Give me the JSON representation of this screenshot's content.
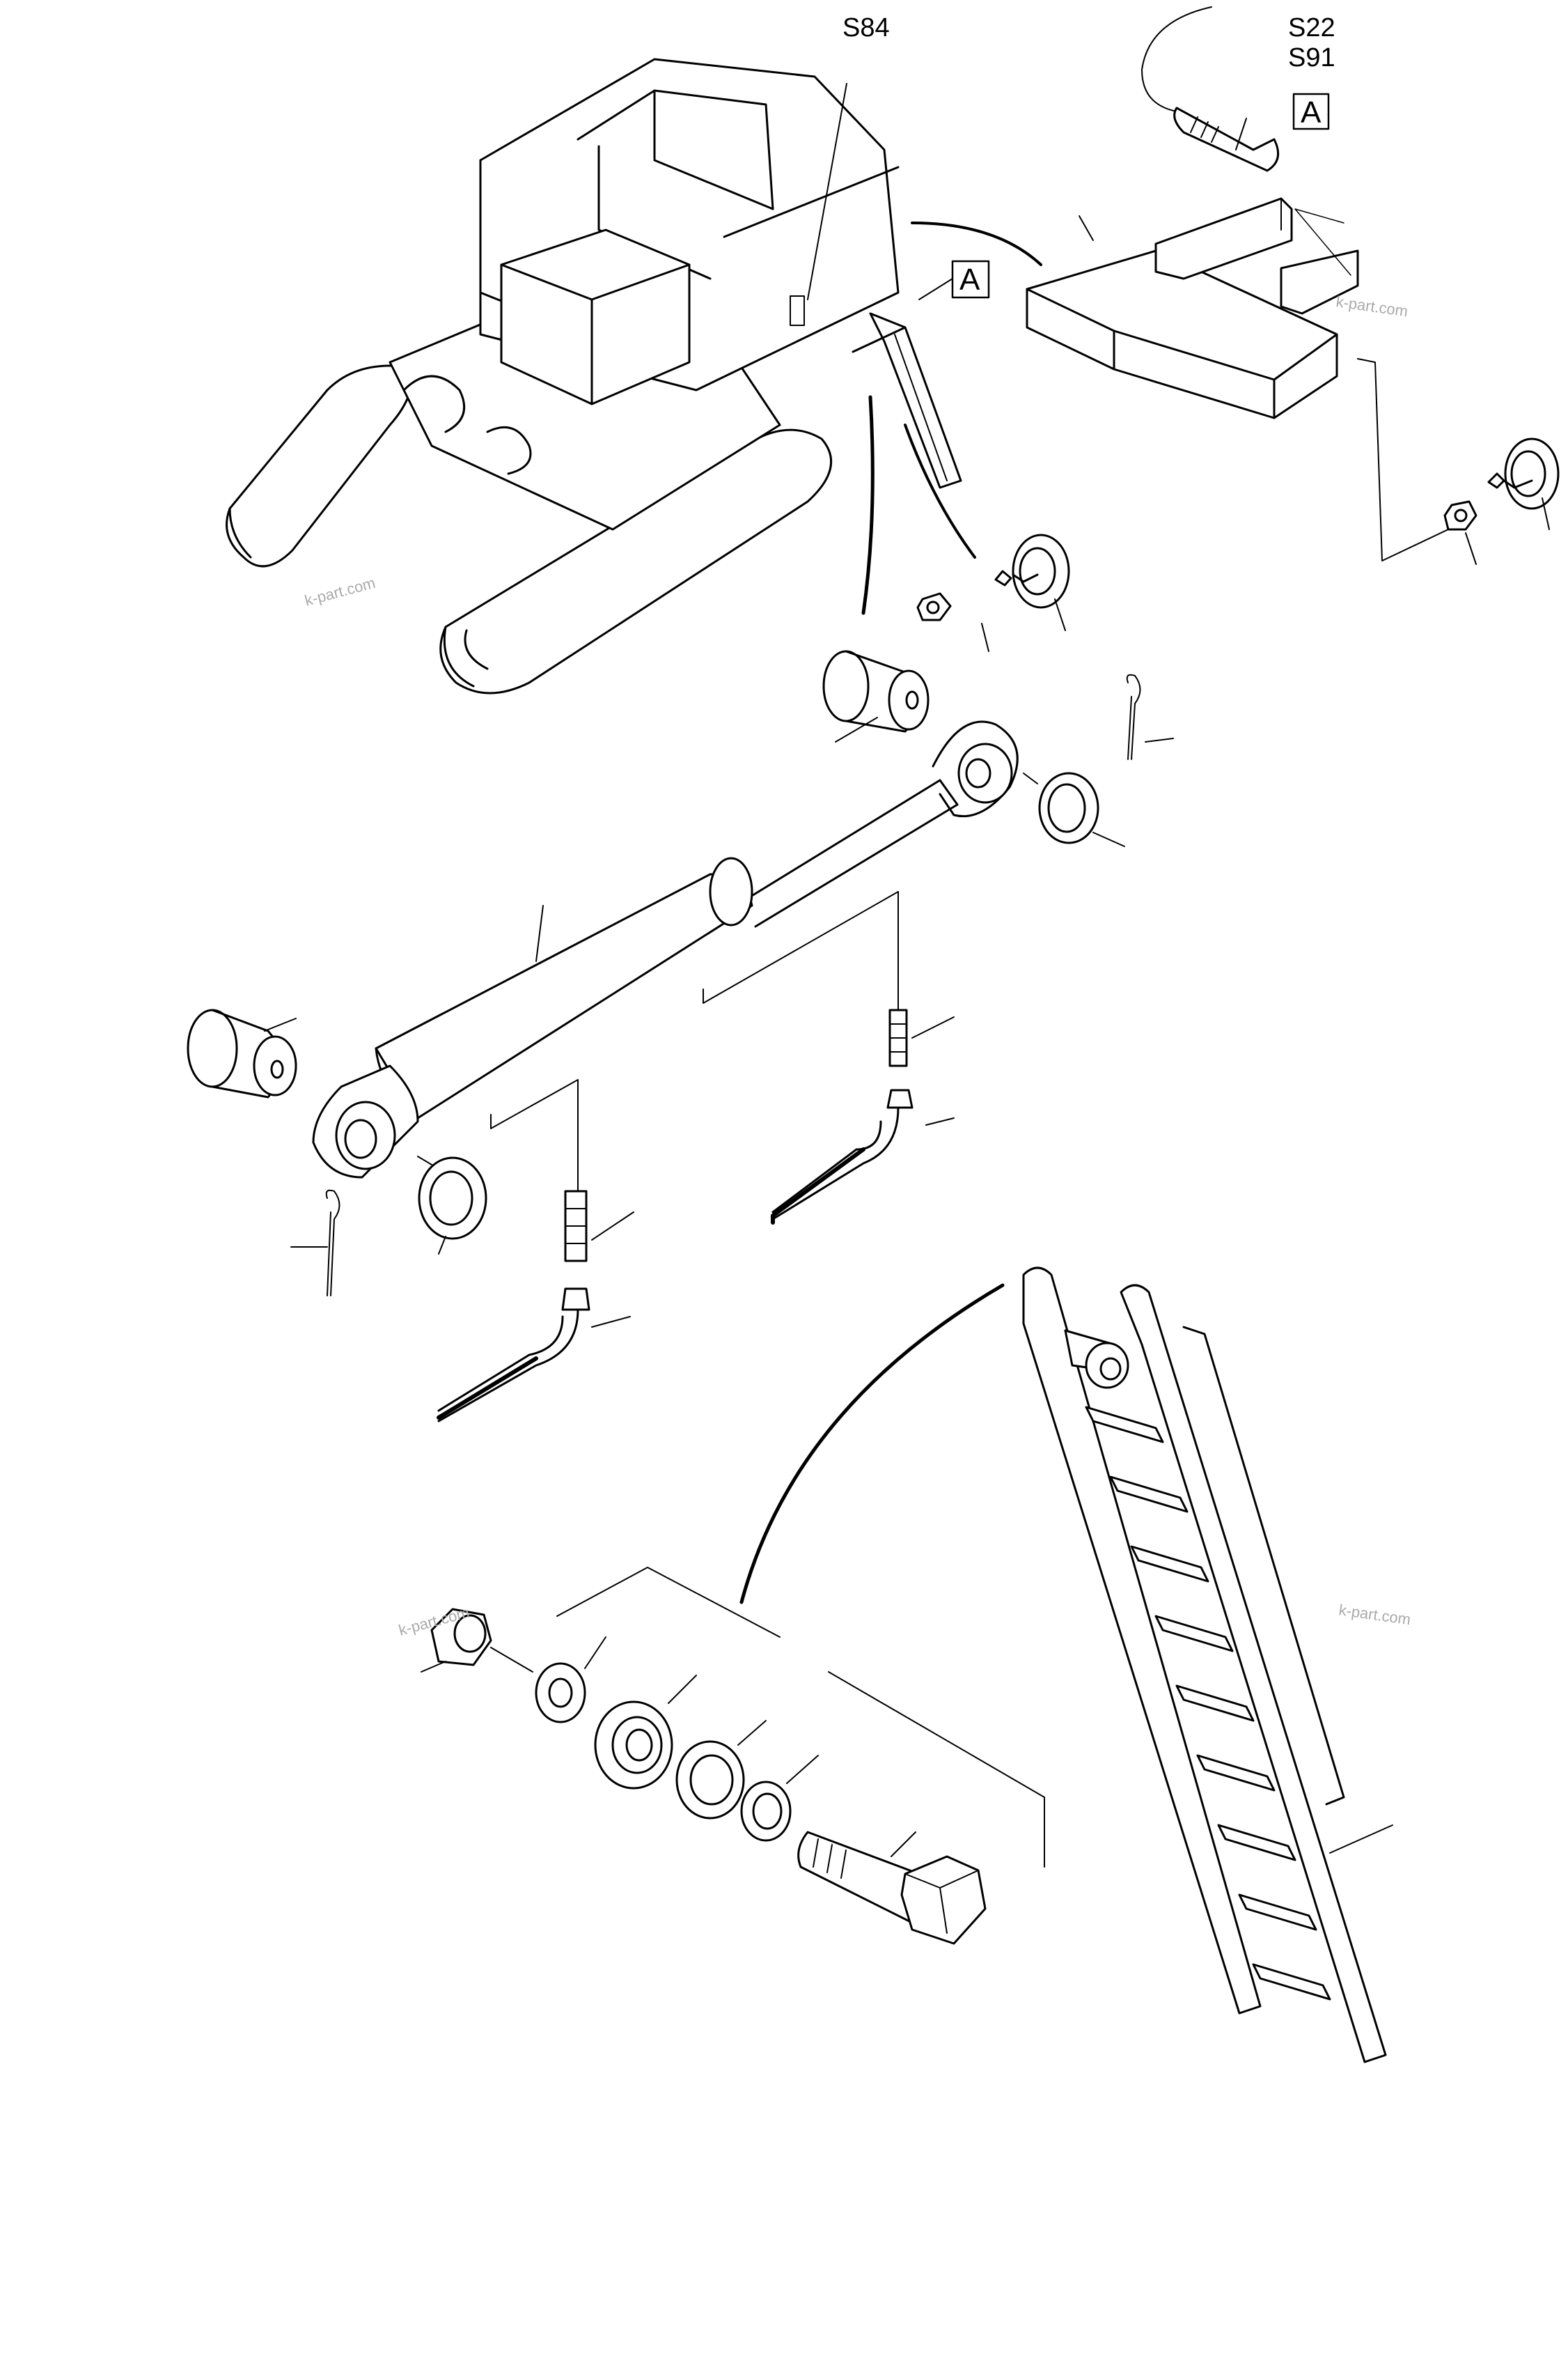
{
  "callouts": {
    "s84": "S84",
    "s22": "S22",
    "s91": "S91",
    "detail_a_top": "A",
    "detail_a_machine": "A"
  },
  "watermarks": [
    "k-part.com",
    "k-part.com",
    "k-part.com",
    "k-part.com"
  ],
  "colors": {
    "line": "#000000",
    "background": "#ffffff",
    "watermark": "#aaaaaa"
  }
}
